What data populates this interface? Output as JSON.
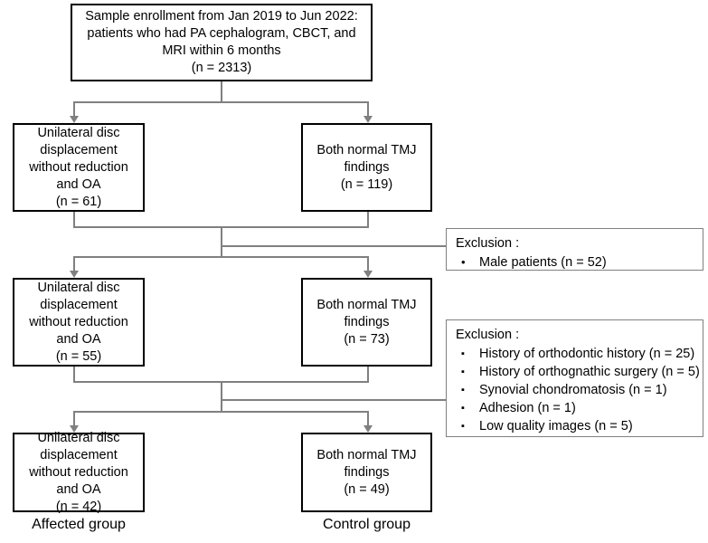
{
  "diagram": {
    "title": "Patient selection flow diagram",
    "colors": {
      "box_border": "#000000",
      "note_border": "#808080",
      "connector": "#808080",
      "background": "#ffffff",
      "text": "#000000"
    },
    "enrollment_box": {
      "lines": [
        "Sample enrollment from Jan 2019 to Jun 2022:",
        "patients who had PA cephalogram, CBCT, and",
        "MRI within 6 months",
        "(n = 2313)"
      ]
    },
    "rows": [
      {
        "affected": {
          "lines": [
            "Unilateral disc",
            "displacement",
            "without reduction",
            "and OA",
            "(n = 61)"
          ]
        },
        "control": {
          "lines": [
            "Both normal TMJ",
            "findings",
            "(n = 119)"
          ]
        }
      },
      {
        "affected": {
          "lines": [
            "Unilateral disc",
            "displacement",
            "without reduction",
            "and OA",
            "(n = 55)"
          ]
        },
        "control": {
          "lines": [
            "Both normal TMJ",
            "findings",
            "(n = 73)"
          ]
        }
      },
      {
        "affected": {
          "lines": [
            "Unilateral disc",
            "displacement",
            "without reduction",
            "and OA",
            "(n = 42)"
          ]
        },
        "control": {
          "lines": [
            "Both normal TMJ",
            "findings",
            "(n = 49)"
          ]
        }
      }
    ],
    "exclusions": [
      {
        "title": "Exclusion :",
        "bullet_glyph": "•",
        "items": [
          "Male patients (n = 52)"
        ]
      },
      {
        "title": "Exclusion :",
        "bullet_glyph": "▪",
        "items": [
          "History of orthodontic history (n = 25)",
          "History of orthognathic surgery (n = 5)",
          "Synovial chondromatosis (n = 1)",
          "Adhesion (n = 1)",
          "Low quality images (n = 5)"
        ]
      }
    ],
    "captions": {
      "affected": "Affected group",
      "control": "Control group"
    }
  }
}
